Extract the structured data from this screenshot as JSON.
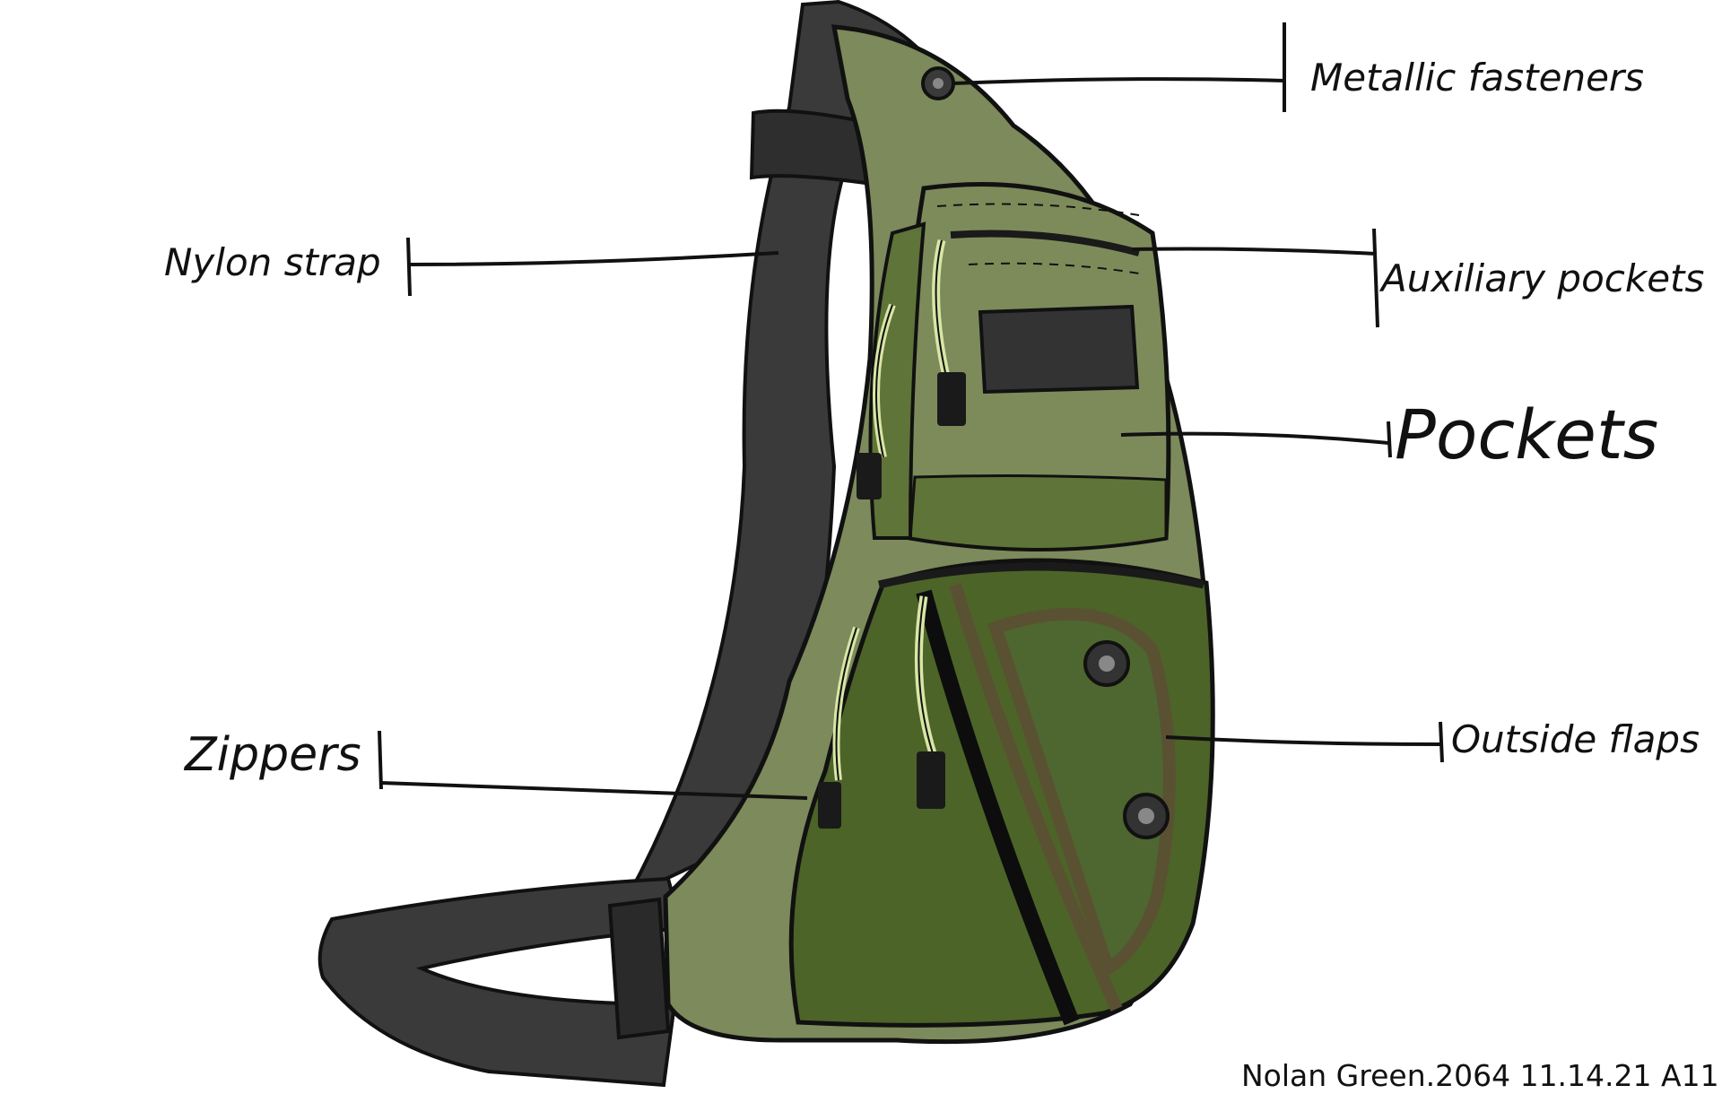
{
  "labels": {
    "metallic_fasteners": "Metallic fasteners",
    "nylon_strap": "Nylon strap",
    "auxiliary_pockets": "Auxiliary pockets",
    "pockets": "Pockets",
    "zippers": "Zippers",
    "outside_flaps": "Outside flaps"
  },
  "signature": "Nolan Green.2064 11.14.21 A11",
  "colors": {
    "strap": "#3a3a3a",
    "bag_light": "#7c8a5c",
    "bag_mid": "#5f7438",
    "bag_dark": "#4c6428",
    "flap_trim": "#5a5132",
    "zipper_pull": "#d8e6a6",
    "ink": "#111111"
  }
}
